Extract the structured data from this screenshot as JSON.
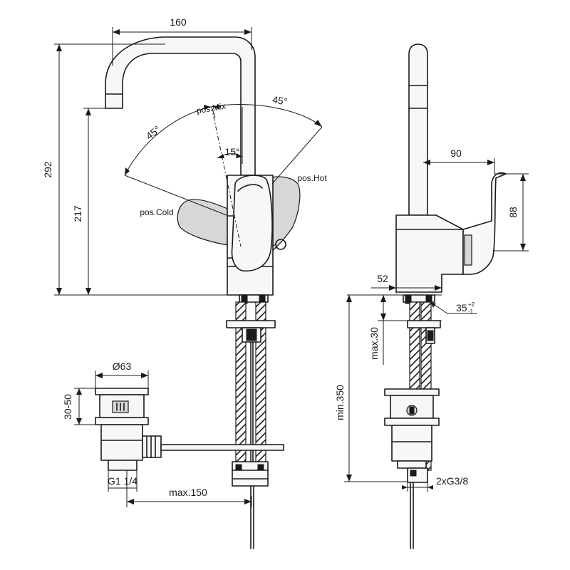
{
  "front_view": {
    "dim_width_top": "160",
    "dim_height_total": "292",
    "dim_height_spout": "217",
    "angle_left": "45°",
    "angle_right": "45°",
    "angle_center": "15°",
    "label_mix": "pos.Mix",
    "label_hot": "pos.Hot",
    "label_cold": "pos.Cold"
  },
  "side_view": {
    "dim_depth": "90",
    "dim_handle_height": "88",
    "dim_base": "52",
    "dim_hole": "35",
    "dim_hole_tol_upper": "+2",
    "dim_hole_tol_lower": "-1",
    "dim_max_thickness": "max.30",
    "dim_min_hose": "min.350",
    "dim_connection": "2xG3/8"
  },
  "waste": {
    "dim_diameter": "Ø63",
    "dim_height": "30-50",
    "dim_thread": "G1 1/4",
    "dim_rod": "max.150"
  }
}
